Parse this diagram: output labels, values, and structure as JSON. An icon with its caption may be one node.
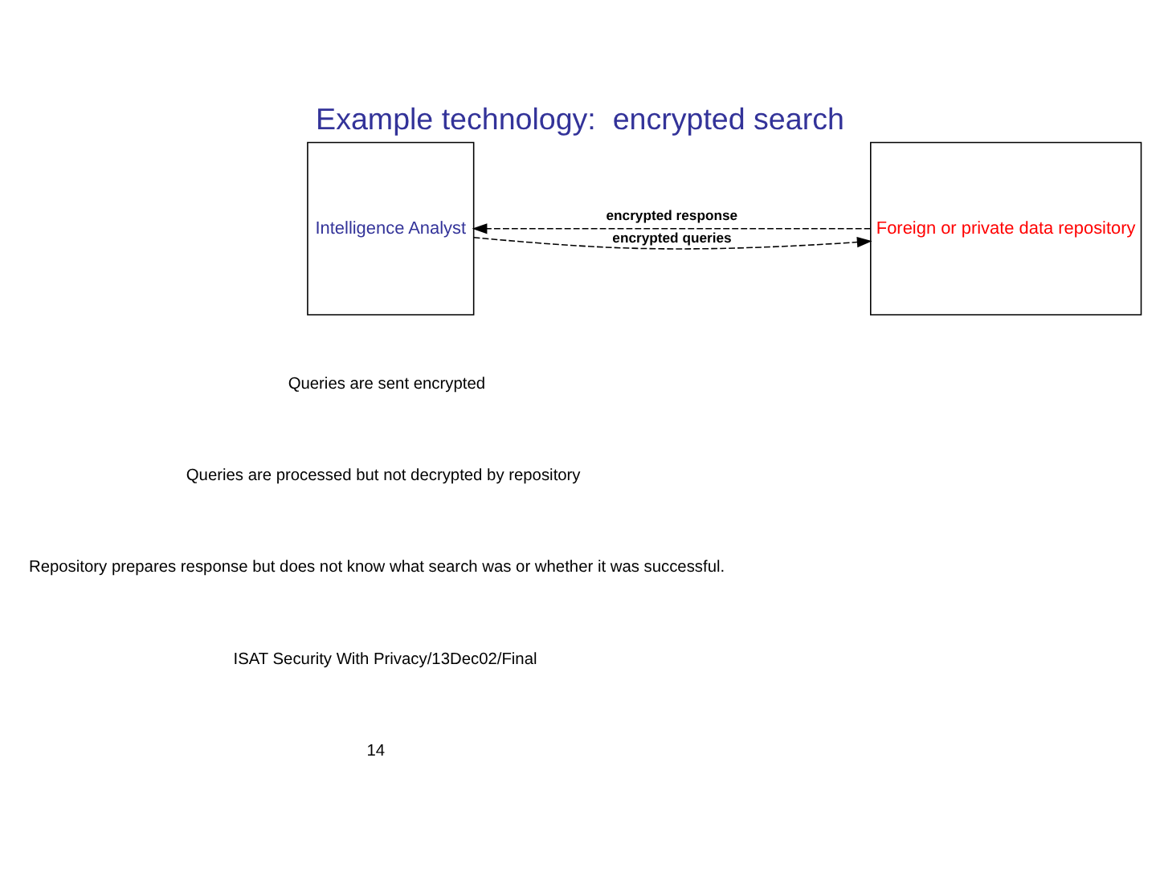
{
  "diagram": {
    "title": "Example technology:  encrypted search",
    "nodes": [
      {
        "text": [
          "Intelligence Analyst"
        ]
      },
      {
        "text": [
          "Foreign or private data repository"
        ]
      }
    ],
    "edges": [
      {
        "from": 0,
        "to": 1,
        "arrow": "to",
        "label": "encrypted queries",
        "style": "dashed"
      },
      {
        "from": 1,
        "to": 0,
        "arrow": "to",
        "label": "encrypted response",
        "style": "dashed"
      }
    ],
    "labels": [
      "Queries are sent encrypted",
      "Queries are processed but not decrypted by repository",
      "Repository prepares response but does not know what search was or whether it was successful.",
      "ISAT Security With Privacy/13Dec02/Final",
      "14"
    ]
  }
}
